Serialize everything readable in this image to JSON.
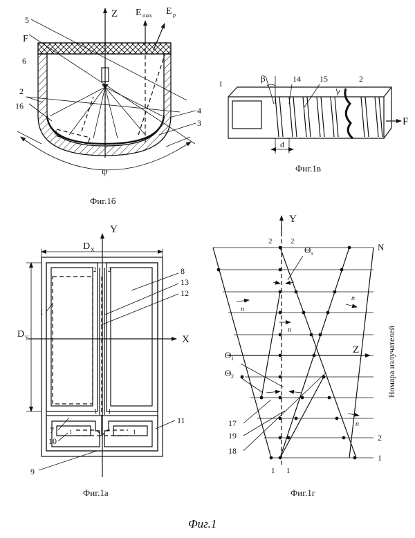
{
  "colors": {
    "ink": "#111111",
    "paper": "#ffffff"
  },
  "figures": {
    "fig_1b": {
      "caption": "Фиг.1б",
      "axis_z": "Z",
      "vec_emax": "E",
      "vec_emax_sub": "max",
      "vec_ep": "E",
      "vec_ep_sub": "p",
      "label_f": "F",
      "label_phi": "φ",
      "numbers": [
        "5",
        "6",
        "2",
        "16",
        "4",
        "3"
      ]
    },
    "fig_1v": {
      "caption": "Фиг.1в",
      "label_beta": "β",
      "label_d": "d",
      "label_f": "F",
      "numbers": [
        "1",
        "14",
        "15",
        "2"
      ]
    },
    "fig_1a": {
      "caption": "Фиг.1а",
      "axis_y": "Y",
      "axis_x": "X",
      "dx": "D",
      "dx_sub": "X",
      "dy": "D",
      "dy_sub": "Y",
      "numbers": [
        "8",
        "13",
        "12",
        "11",
        "7",
        "10",
        "9"
      ],
      "port_labels": [
        "1",
        "2",
        "2",
        "1",
        "1",
        "1",
        "1"
      ]
    },
    "fig_1g": {
      "caption": "Фиг.1г",
      "axis_y": "Y",
      "axis_z": "Z",
      "theta_3": "Θ",
      "theta_3_sub": "з",
      "theta_1": "Θ",
      "theta_1_sub": "1",
      "theta_2": "Θ",
      "theta_2_sub": "2",
      "vec_n": "n",
      "row_top": "N",
      "row_2": "2",
      "row_1": "1",
      "top_labels": [
        "2",
        "2"
      ],
      "bottom_labels": [
        "1",
        "1"
      ],
      "vertical_label": "Номара излучателей",
      "numbers": [
        "17",
        "19",
        "18"
      ]
    }
  },
  "main_caption": "Фиг.1"
}
